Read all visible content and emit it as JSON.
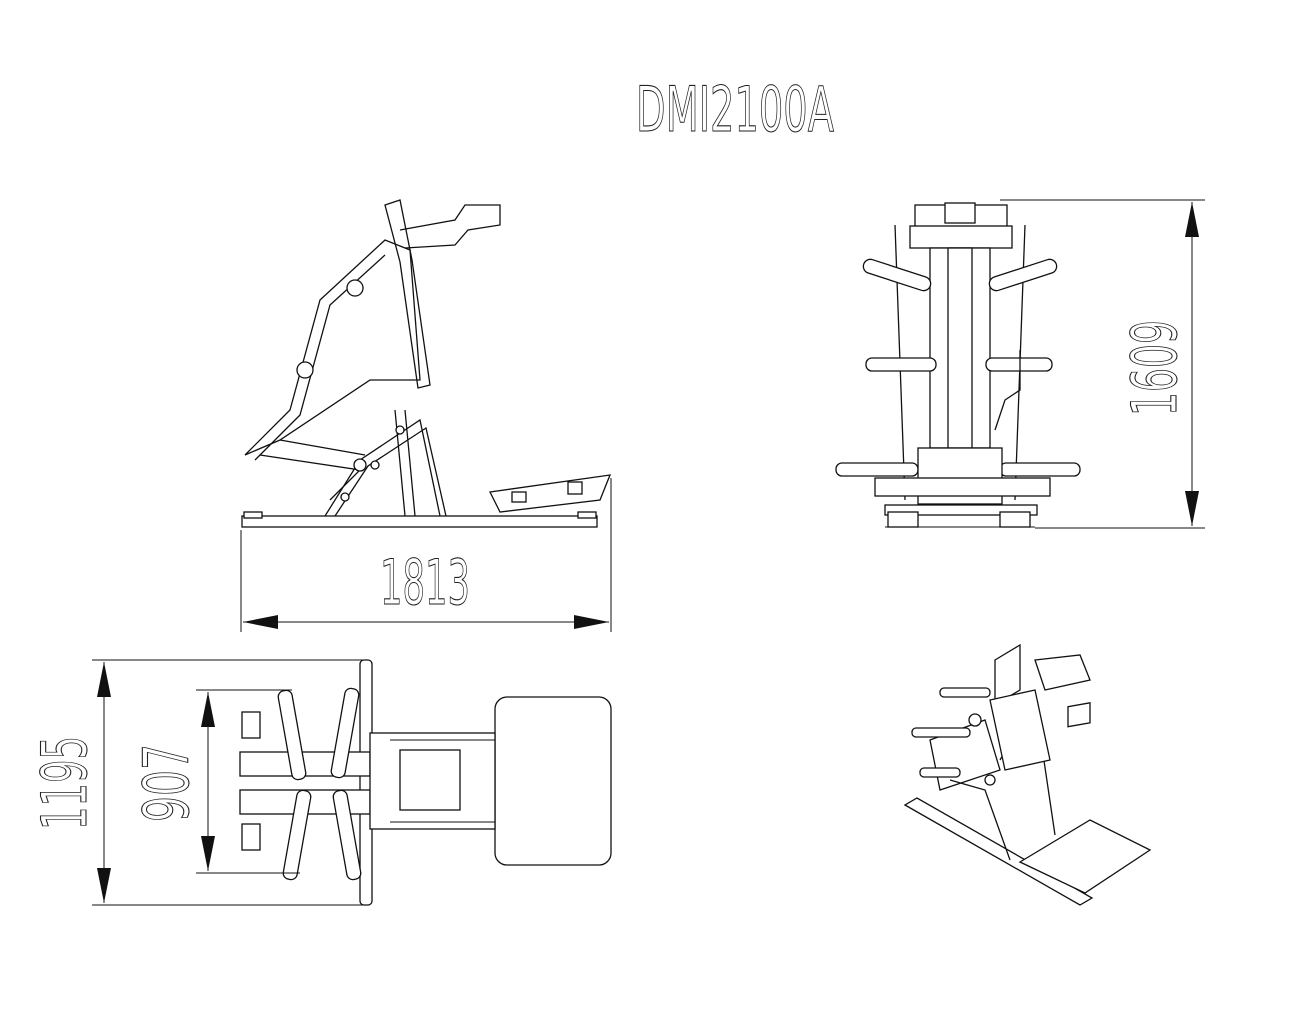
{
  "title": "DMI2100A",
  "dimensions": {
    "length": "1813",
    "height": "1609",
    "width_total": "1195",
    "width_handles": "907"
  },
  "colors": {
    "line": "#111111",
    "background": "#ffffff"
  }
}
